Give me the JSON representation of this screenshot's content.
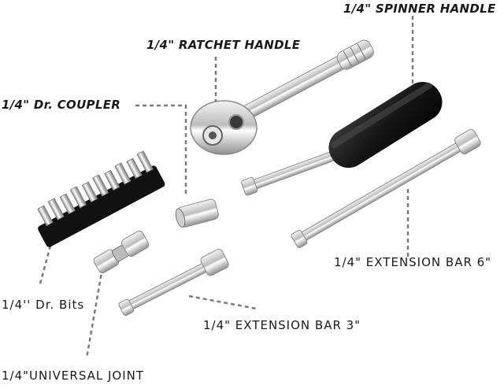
{
  "labels": {
    "spinner_handle": "1/4\" SPINNER HANDLE",
    "ratchet_handle": "1/4\" RATCHET HANDLE",
    "coupler": "1/4\" Dr. COUPLER",
    "extension_6": "1/4\" EXTENSION BAR  6\"",
    "bits": "1/4'' Dr. Bits",
    "extension_3": "1/4\" EXTENSION BAR  3\"",
    "universal_joint": "1/4\"UNIVERSAL JOINT"
  },
  "colors": {
    "chrome": "#d8d8d8",
    "chrome_dark": "#8a8a8a",
    "handle_black": "#141414",
    "leader_line": "#777777",
    "text": "#1a1a1a"
  }
}
